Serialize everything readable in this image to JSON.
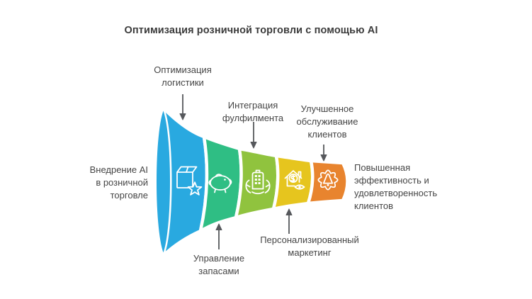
{
  "title": "Оптимизация розничной торговли с помощью AI",
  "colors": {
    "background": "#ffffff",
    "arrow": "#56585c",
    "label_text": "#454545",
    "title_text": "#3b3b3b",
    "icon_stroke": "#ffffff",
    "stage_colors": [
      "#29a9e0",
      "#2fbe84",
      "#90c33e",
      "#e6c51e",
      "#e8842e"
    ]
  },
  "funnel": {
    "input_label": "Внедрение AI\nв розничной\nторговле",
    "outcome_label": "Повышенная\nэффективность и\nудовлетворенность\nклиентов",
    "stages": [
      {
        "label": "Оптимизация\nлогистики",
        "color": "#29a9e0",
        "icon": "package-star-icon",
        "callout": "top"
      },
      {
        "label": "Управление\nзапасами",
        "color": "#2fbe84",
        "icon": "piggy-bank-icon",
        "callout": "bottom"
      },
      {
        "label": "Интеграция\nфулфилмента",
        "color": "#90c33e",
        "icon": "hands-building-icon",
        "callout": "top"
      },
      {
        "label": "Персонализированный\nмаркетинг",
        "color": "#e6c51e",
        "icon": "house-dollar-eye-icon",
        "callout": "bottom"
      },
      {
        "label": "Улучшенное\nобслуживание\nклиентов",
        "color": "#e8842e",
        "icon": "badge-bell-icon",
        "callout": "top"
      }
    ]
  }
}
